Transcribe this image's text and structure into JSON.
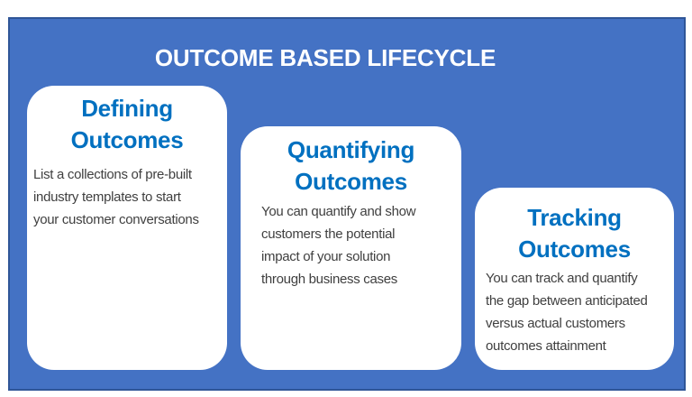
{
  "title": "OUTCOME BASED LIFECYCLE",
  "colors": {
    "background": "#4472C4",
    "panel_border": "#2F5597",
    "card_bg": "#FFFFFF",
    "heading": "#0070C0",
    "title_text": "#FFFFFF",
    "body_text": "#3F3F3F"
  },
  "cards": [
    {
      "title": "Defining\nOutcomes",
      "description": "List a collections of pre-built\nindustry templates to start\nyour customer conversations"
    },
    {
      "title": "Quantifying\nOutcomes",
      "description": "You can quantify and show\ncustomers the potential\nimpact of your solution\nthrough business cases"
    },
    {
      "title": "Tracking\nOutcomes",
      "description": "You can track and quantify\nthe gap between anticipated\nversus actual customers\noutcomes attainment"
    }
  ]
}
